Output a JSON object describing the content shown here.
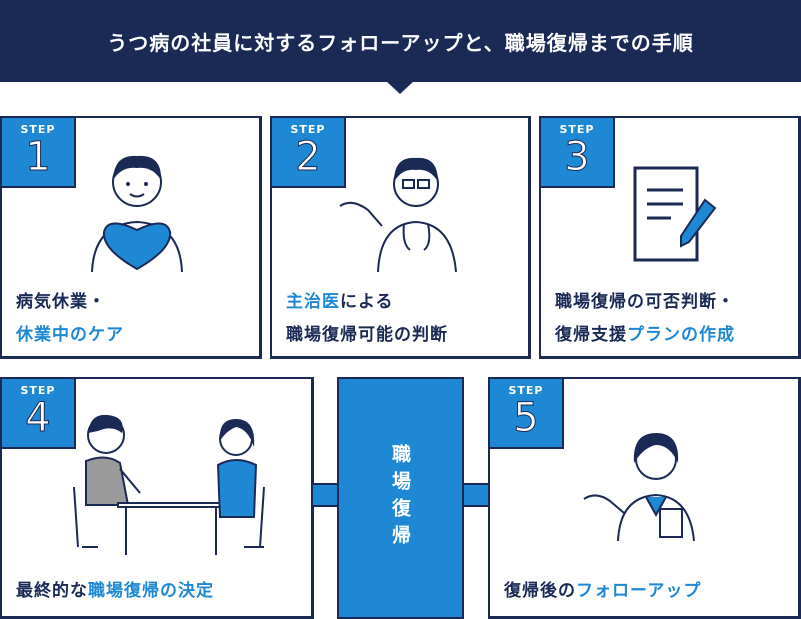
{
  "title": "うつ病の社員に対するフォローアップと、職場復帰までの手順",
  "step_label": "STEP",
  "steps": [
    {
      "number": "1",
      "line1": "病気休業・",
      "line2_hl": "休業中のケア"
    },
    {
      "number": "2",
      "line1_hl": "主治医",
      "line1": "による",
      "line2": "職場復帰可能の判断"
    },
    {
      "number": "3",
      "line1": "職場復帰の可否判断・",
      "line2": "復帰支援",
      "line2_hl": "プランの作成"
    },
    {
      "number": "4",
      "text": "最終的な",
      "text_hl": "職場復帰の決定"
    },
    {
      "number": "5",
      "text": "復帰後の",
      "text_hl": "フォローアップ"
    }
  ],
  "center_label": "職場復帰",
  "colors": {
    "navy": "#1b2a55",
    "blue": "#1e88d4"
  }
}
